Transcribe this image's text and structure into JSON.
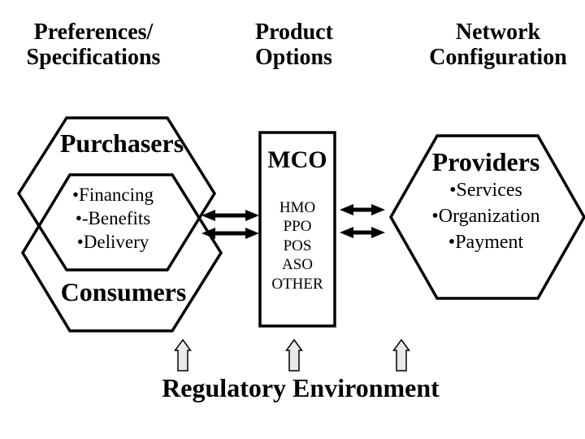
{
  "colors": {
    "ink": "#000000",
    "background": "#ffffff",
    "block_arrow_fill": "#e9e9e9"
  },
  "headers": {
    "preferences": {
      "line1": "Preferences/",
      "line2": "Specifications"
    },
    "product": {
      "line1": "Product",
      "line2": "Options"
    },
    "network": {
      "line1": "Network",
      "line2": "Configuration"
    }
  },
  "purchasers_consumers": {
    "purchasers_label": "Purchasers",
    "consumers_label": "Consumers",
    "attributes": [
      "•Financing",
      "•-Benefits",
      "•Delivery"
    ]
  },
  "mco": {
    "label": "MCO",
    "plan_types": [
      "HMO",
      "PPO",
      "POS",
      "ASO",
      "OTHER"
    ]
  },
  "providers": {
    "label": "Providers",
    "attributes": [
      "•Services",
      "•Organization",
      "•Payment"
    ]
  },
  "footer": {
    "label": "Regulatory Environment"
  }
}
